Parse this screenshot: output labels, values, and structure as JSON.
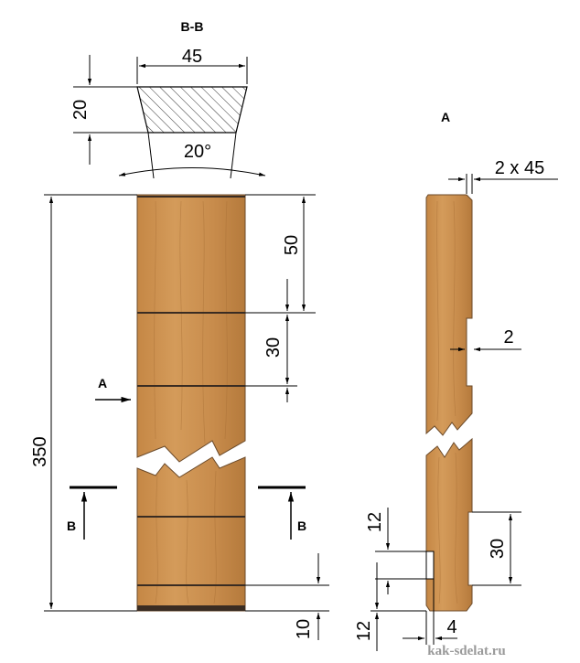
{
  "section": {
    "title": "B-B",
    "width": "45",
    "height": "20",
    "angle": "20°"
  },
  "front_view": {
    "overall_length": "350",
    "top_segment": "50",
    "middle_segment": "30",
    "bottom_offset": "10",
    "view_marker": "A",
    "cut_marker_left": "B",
    "cut_marker_right": "B"
  },
  "side_view": {
    "title": "A",
    "chamfer": "2 x 45",
    "groove_depth": "2",
    "lower_recess": "30",
    "bottom_dim_a": "12",
    "bottom_dim_b": "12",
    "bottom_width": "4"
  },
  "watermark": "kak-sdelat.ru",
  "colors": {
    "wood": "#c98e4e",
    "wood_dark": "#a86f35",
    "band": "#3a2c22",
    "line": "#000000"
  }
}
